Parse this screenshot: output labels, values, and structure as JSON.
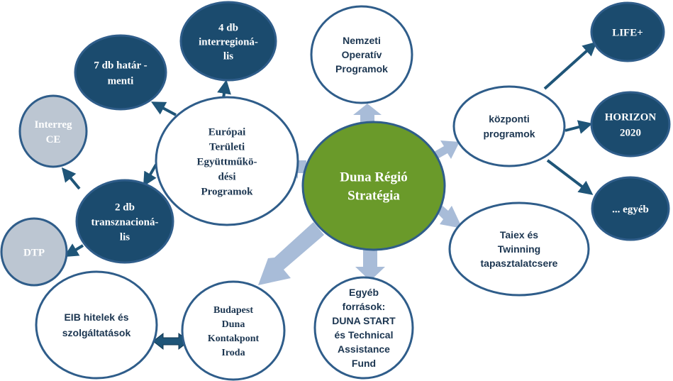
{
  "colors": {
    "center_fill": "#6a9a2a",
    "center_stroke": "#2f5d8a",
    "dark_fill": "#1b4b6e",
    "dark_stroke": "#2f5d8a",
    "light_fill": "#ffffff",
    "light_stroke": "#2f5d8a",
    "gray_fill": "#bcc6d2",
    "gray_stroke": "#2f5d8a",
    "thick_arrow": "#a8bcd8",
    "thin_arrow": "#1f5578",
    "dark_text": "#ffffff",
    "light_text": "#1b3550"
  },
  "nodes": {
    "center": {
      "lines": [
        "Duna Régió",
        "Stratégia"
      ]
    },
    "nemzeti": {
      "lines": [
        "Nemzeti",
        "Operatív",
        "Programok"
      ]
    },
    "europai": {
      "lines": [
        "Európai",
        "Területi",
        "Együttműkö-",
        "dési",
        "Programok"
      ]
    },
    "kozponti": {
      "lines": [
        "központi",
        "programok"
      ]
    },
    "taiex": {
      "lines": [
        "Taiex és",
        "Twinning",
        "tapasztalatcsere"
      ]
    },
    "egyeb_forrasok": {
      "lines": [
        "Egyéb",
        "források:",
        "DUNA START",
        "és Technical",
        "Assistance",
        "Fund"
      ]
    },
    "budapest": {
      "lines": [
        "Budapest",
        "Duna",
        "Kontakpont",
        "Iroda"
      ]
    },
    "eib": {
      "lines": [
        "EIB hitelek és",
        "szolgáltatások"
      ]
    },
    "interreg4": {
      "lines": [
        "4 db",
        "interregioná-",
        "lis"
      ]
    },
    "hatar7": {
      "lines": [
        "7 db határ -",
        "menti"
      ]
    },
    "interreg_ce": {
      "lines": [
        "Interreg",
        "CE"
      ]
    },
    "transz2": {
      "lines": [
        "2 db",
        "transznacioná-",
        "lis"
      ]
    },
    "dtp": {
      "lines": [
        "DTP"
      ]
    },
    "life": {
      "lines": [
        "LIFE+"
      ]
    },
    "horizon": {
      "lines": [
        "HORIZON",
        "2020"
      ]
    },
    "egyeb": {
      "lines": [
        "... egyéb"
      ]
    }
  }
}
